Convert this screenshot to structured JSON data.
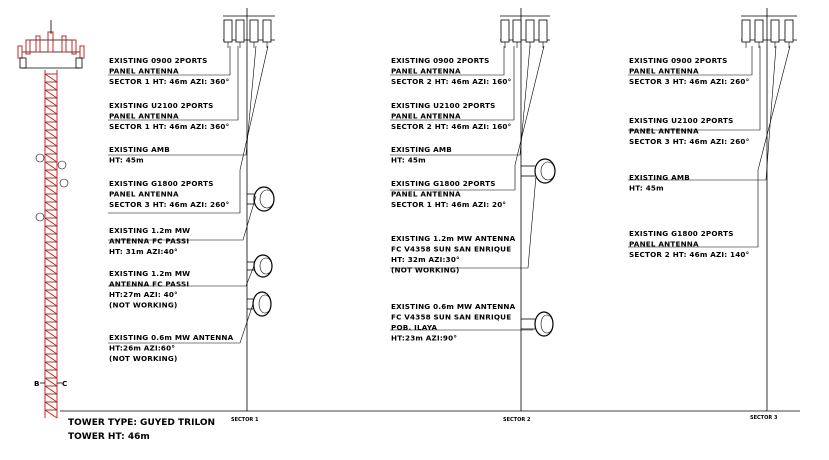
{
  "tower_info": {
    "type": "TOWER TYPE: GUYED TRILON",
    "height": "TOWER HT: 46m"
  },
  "tower_legs": [
    "B",
    "C"
  ],
  "sectors": [
    {
      "name": "SECTOR 1",
      "labels": [
        [
          "EXISTING 0900 2PORTS",
          "PANEL ANTENNA",
          "SECTOR 1 HT: 46m AZI: 360°"
        ],
        [
          "EXISTING U2100 2PORTS",
          "PANEL ANTENNA",
          "SECTOR 1 HT: 46m AZI: 360°"
        ],
        [
          "EXISTING AMB",
          "HT: 45m"
        ],
        [
          "EXISTING G1800 2PORTS",
          "PANEL ANTENNA",
          "SECTOR 3 HT: 46m AZI: 260°"
        ],
        [
          "EXISTING 1.2m MW",
          "ANTENNA FC PASSI",
          "HT: 31m        AZI:40°"
        ],
        [
          "EXISTING 1.2m MW",
          "ANTENNA FC PASSI",
          "HT:27m          AZI: 40°",
          "(NOT WORKING)"
        ],
        [
          "EXISTING 0.6m MW ANTENNA",
          "HT:26m          AZI:60°",
          "(NOT WORKING)"
        ]
      ]
    },
    {
      "name": "SECTOR 2",
      "labels": [
        [
          "EXISTING 0900 2PORTS",
          "PANEL ANTENNA",
          "SECTOR 2 HT: 46m AZI: 160°"
        ],
        [
          "EXISTING U2100 2PORTS",
          "PANEL ANTENNA",
          "SECTOR 2 HT: 46m AZI: 160°"
        ],
        [
          "EXISTING AMB",
          "HT: 45m"
        ],
        [
          "EXISTING G1800 2PORTS",
          "PANEL ANTENNA",
          "SECTOR 1 HT: 46m AZI: 20°"
        ],
        [
          "EXISTING 1.2m MW ANTENNA",
          "FC V4358 SUN SAN ENRIQUE",
          "HT: 32m        AZI:30°",
          "(NOT WORKING)"
        ],
        [
          "EXISTING 0.6m MW ANTENNA",
          "FC V4358 SUN SAN ENRIQUE",
          "POB. ILAYA",
          "HT:23m          AZI:90°"
        ]
      ]
    },
    {
      "name": "SECTOR 3",
      "labels": [
        [
          "EXISTING 0900 2PORTS",
          "PANEL ANTENNA",
          "SECTOR 3 HT: 46m AZI: 260°"
        ],
        [
          "EXISTING U2100 2PORTS",
          "PANEL ANTENNA",
          "SECTOR 3 HT: 46m AZI: 260°"
        ],
        [
          "EXISTING AMB",
          "HT: 45m"
        ],
        [
          "EXISTING G1800 2PORTS",
          "PANEL ANTENNA",
          "SECTOR 2 HT: 46m AZI: 140°"
        ]
      ]
    }
  ]
}
